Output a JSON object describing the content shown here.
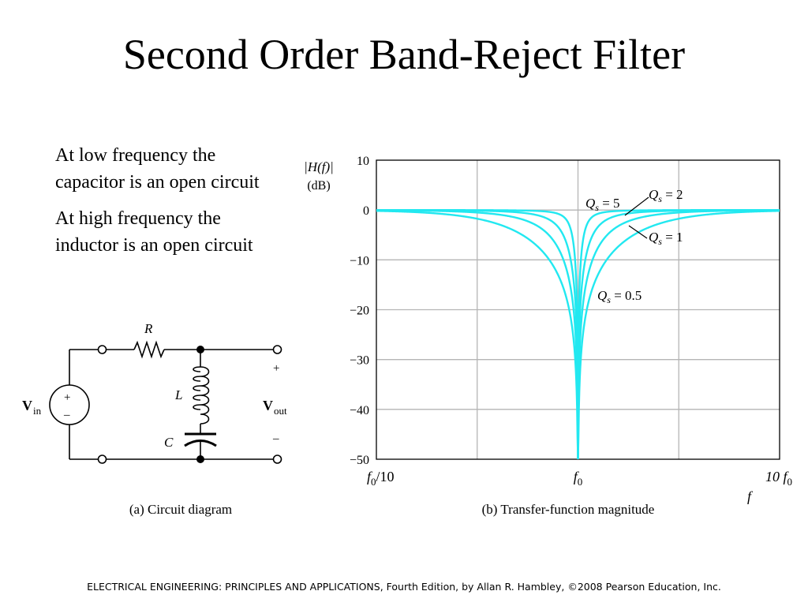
{
  "slide": {
    "title": "Second Order Band-Reject Filter",
    "bullets": [
      "At low frequency the capacitor is an open circuit",
      "At high frequency the inductor is an open circuit"
    ],
    "footer": "ELECTRICAL ENGINEERING: PRINCIPLES AND APPLICATIONS, Fourth Edition, by Allan R. Hambley, ©2008 Pearson Education, Inc."
  },
  "circuit": {
    "caption": "(a) Circuit diagram",
    "resistor_label": "R",
    "inductor_label": "L",
    "capacitor_label": "C",
    "vin_main": "V",
    "vin_sub": "in",
    "vout_main": "V",
    "vout_sub": "out",
    "source_plus": "+",
    "source_minus": "–",
    "out_plus": "+",
    "out_minus": "–"
  },
  "chart_data": {
    "type": "line",
    "caption": "(b) Transfer-function magnitude",
    "ylabel_main": "|H(f)|",
    "ylabel_unit": "(dB)",
    "xlabel": "f",
    "x_scale": "log",
    "x_unit": "f/f0",
    "xlim": [
      0.1,
      10
    ],
    "ylim": [
      -50,
      10
    ],
    "x_ticks": [
      {
        "value": 0.1,
        "label_main": "f",
        "label_sub": "0",
        "label_after": "/10"
      },
      {
        "value": 1,
        "label_main": "f",
        "label_sub": "0",
        "label_after": ""
      },
      {
        "value": 10,
        "label_main": "10 f",
        "label_sub": "0",
        "label_after": ""
      }
    ],
    "y_ticks": [
      {
        "value": 10,
        "label": "10"
      },
      {
        "value": 0,
        "label": "0"
      },
      {
        "value": -10,
        "label": "−10"
      },
      {
        "value": -20,
        "label": "−20"
      },
      {
        "value": -30,
        "label": "−30"
      },
      {
        "value": -40,
        "label": "−40"
      },
      {
        "value": -50,
        "label": "−50"
      }
    ],
    "grid": true,
    "line_color": "#22e8f0",
    "series": [
      {
        "Qs": 5,
        "annotation": "Q",
        "annotation_sub": "s",
        "annotation_value": " = 5"
      },
      {
        "Qs": 2,
        "annotation": "Q",
        "annotation_sub": "s",
        "annotation_value": " = 2"
      },
      {
        "Qs": 1,
        "annotation": "Q",
        "annotation_sub": "s",
        "annotation_value": " = 1"
      },
      {
        "Qs": 0.5,
        "annotation": "Q",
        "annotation_sub": "s",
        "annotation_value": " = 0.5"
      }
    ]
  }
}
